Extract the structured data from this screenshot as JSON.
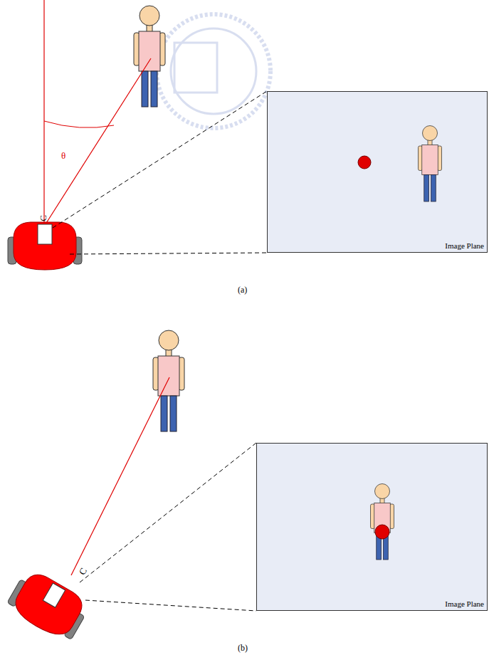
{
  "diagram": {
    "nodes": [
      {
        "text": [
          "Image Plane"
        ]
      },
      {
        "text": [
          "Image Plane"
        ]
      }
    ],
    "labels": [
      "θ",
      "C",
      "(a)",
      "C",
      "(b)"
    ]
  }
}
